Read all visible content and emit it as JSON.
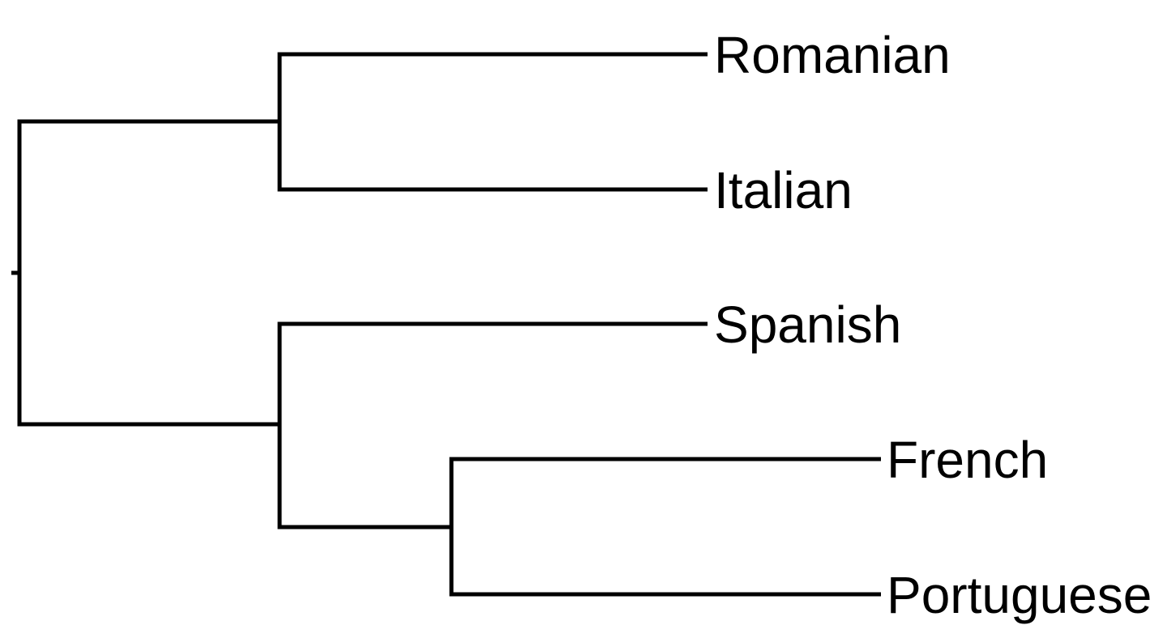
{
  "tree": {
    "name": "",
    "children": [
      {
        "name": "",
        "children": [
          {
            "name": "Romanian"
          },
          {
            "name": "Italian"
          }
        ]
      },
      {
        "name": "",
        "children": [
          {
            "name": "Spanish"
          },
          {
            "name": "",
            "children": [
              {
                "name": "French"
              },
              {
                "name": "Portuguese"
              }
            ]
          }
        ]
      }
    ]
  },
  "colors": {
    "line": "#000000",
    "text": "#000000",
    "background": "#ffffff"
  }
}
